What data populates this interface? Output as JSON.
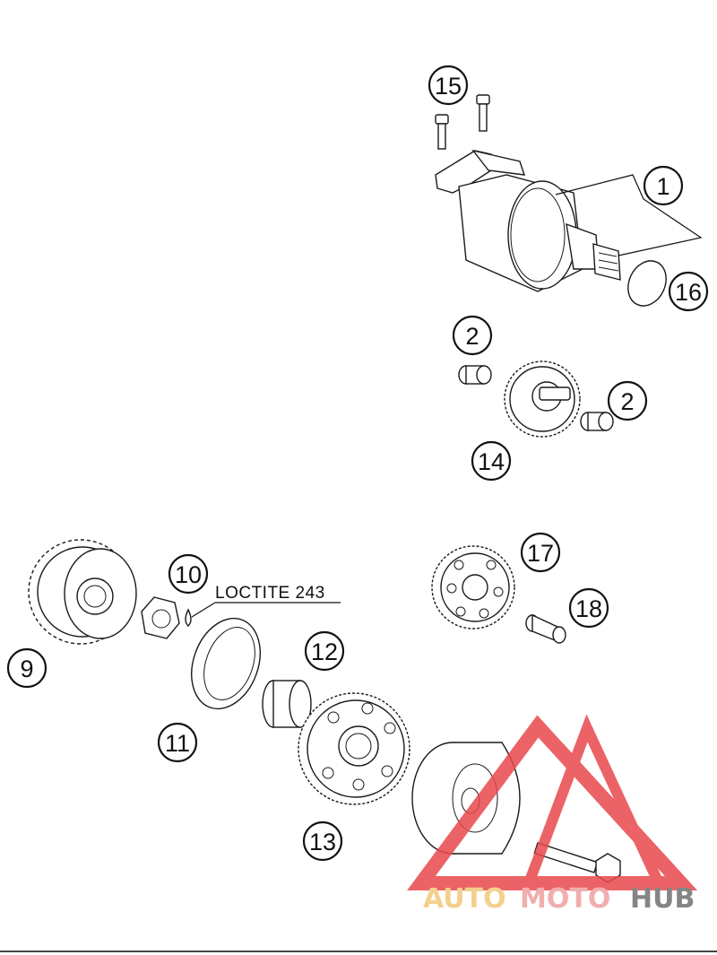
{
  "callouts": {
    "c1": "1",
    "c2a": "2",
    "c2b": "2",
    "c9": "9",
    "c10": "10",
    "c11": "11",
    "c12": "12",
    "c13": "13",
    "c14": "14",
    "c15": "15",
    "c16": "16",
    "c17": "17",
    "c18": "18"
  },
  "note": "LOCTITE 243",
  "watermark": {
    "part1": "AUTO",
    "part2": "MOTO",
    "part3": "HUB",
    "colors": {
      "auto": "#f2c87a",
      "moto": "#f0a0a0",
      "hub": "#707070",
      "logo": "#e8484c"
    }
  }
}
